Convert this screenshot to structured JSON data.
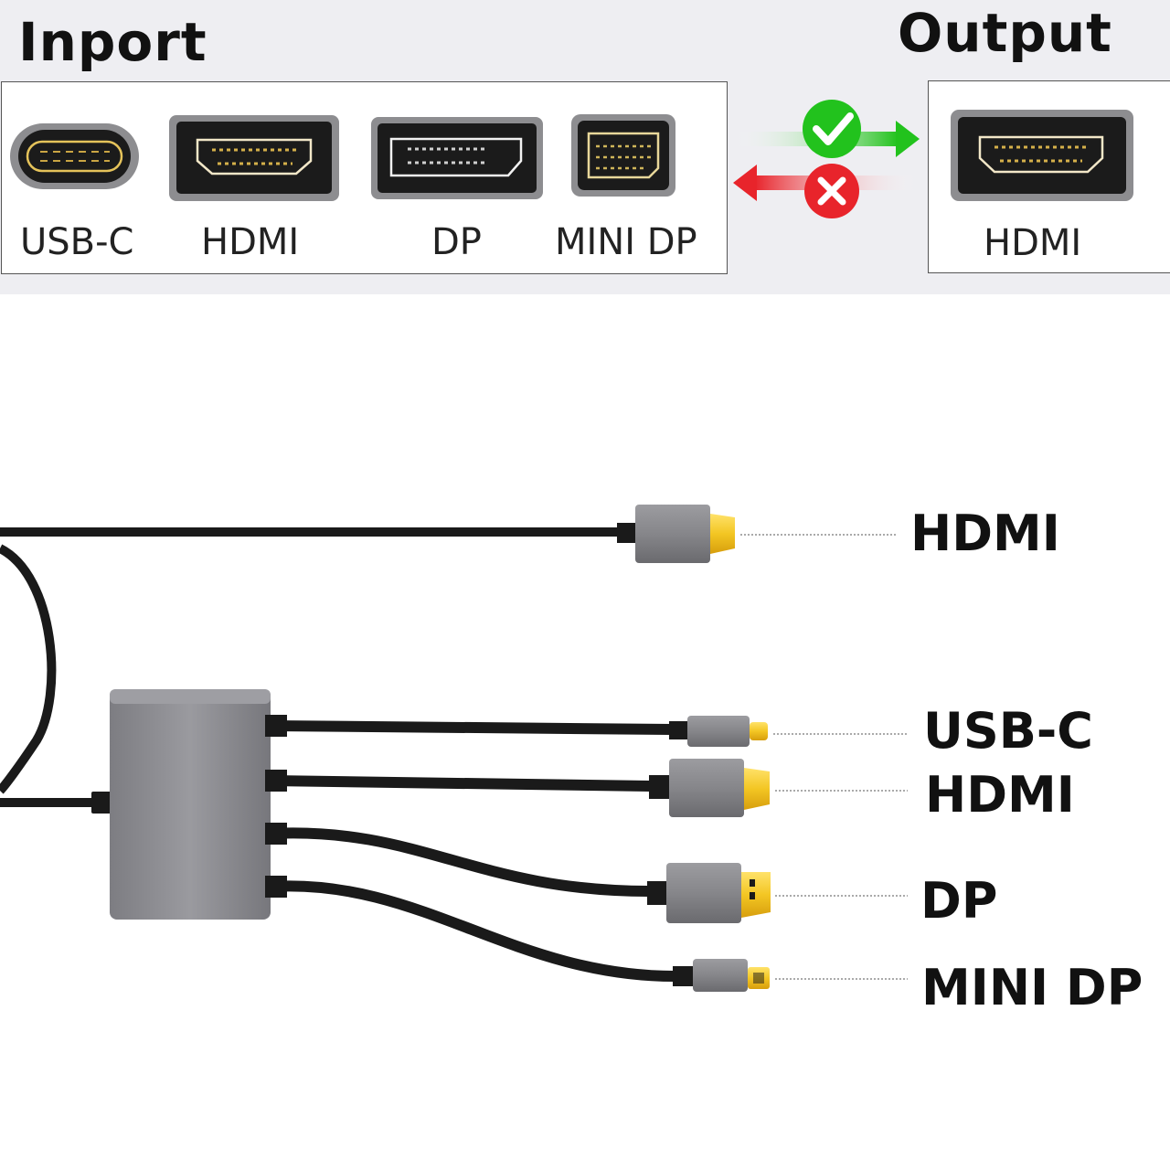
{
  "header": {
    "inport_title": "Inport",
    "output_title": "Output"
  },
  "inport_ports": [
    {
      "label": "USB-C",
      "icon": "usb-c-port-icon"
    },
    {
      "label": "HDMI",
      "icon": "hdmi-port-icon"
    },
    {
      "label": "DP",
      "icon": "displayport-port-icon"
    },
    {
      "label": "MINI DP",
      "icon": "mini-displayport-port-icon"
    }
  ],
  "output_port": {
    "label": "HDMI",
    "icon": "hdmi-port-icon"
  },
  "direction": {
    "forward_icon": "check-icon",
    "reverse_icon": "cross-icon",
    "forward_color": "#22c21d",
    "reverse_color": "#e8242b"
  },
  "cable_callouts": {
    "output": "HDMI",
    "inputs": [
      "USB-C",
      "HDMI",
      "DP",
      "MINI DP"
    ]
  },
  "colors": {
    "band": "#eeeef2",
    "connector_gold": "#f3c623",
    "hub_gray": "#8a8a8e",
    "cable": "#1a1a1a"
  }
}
